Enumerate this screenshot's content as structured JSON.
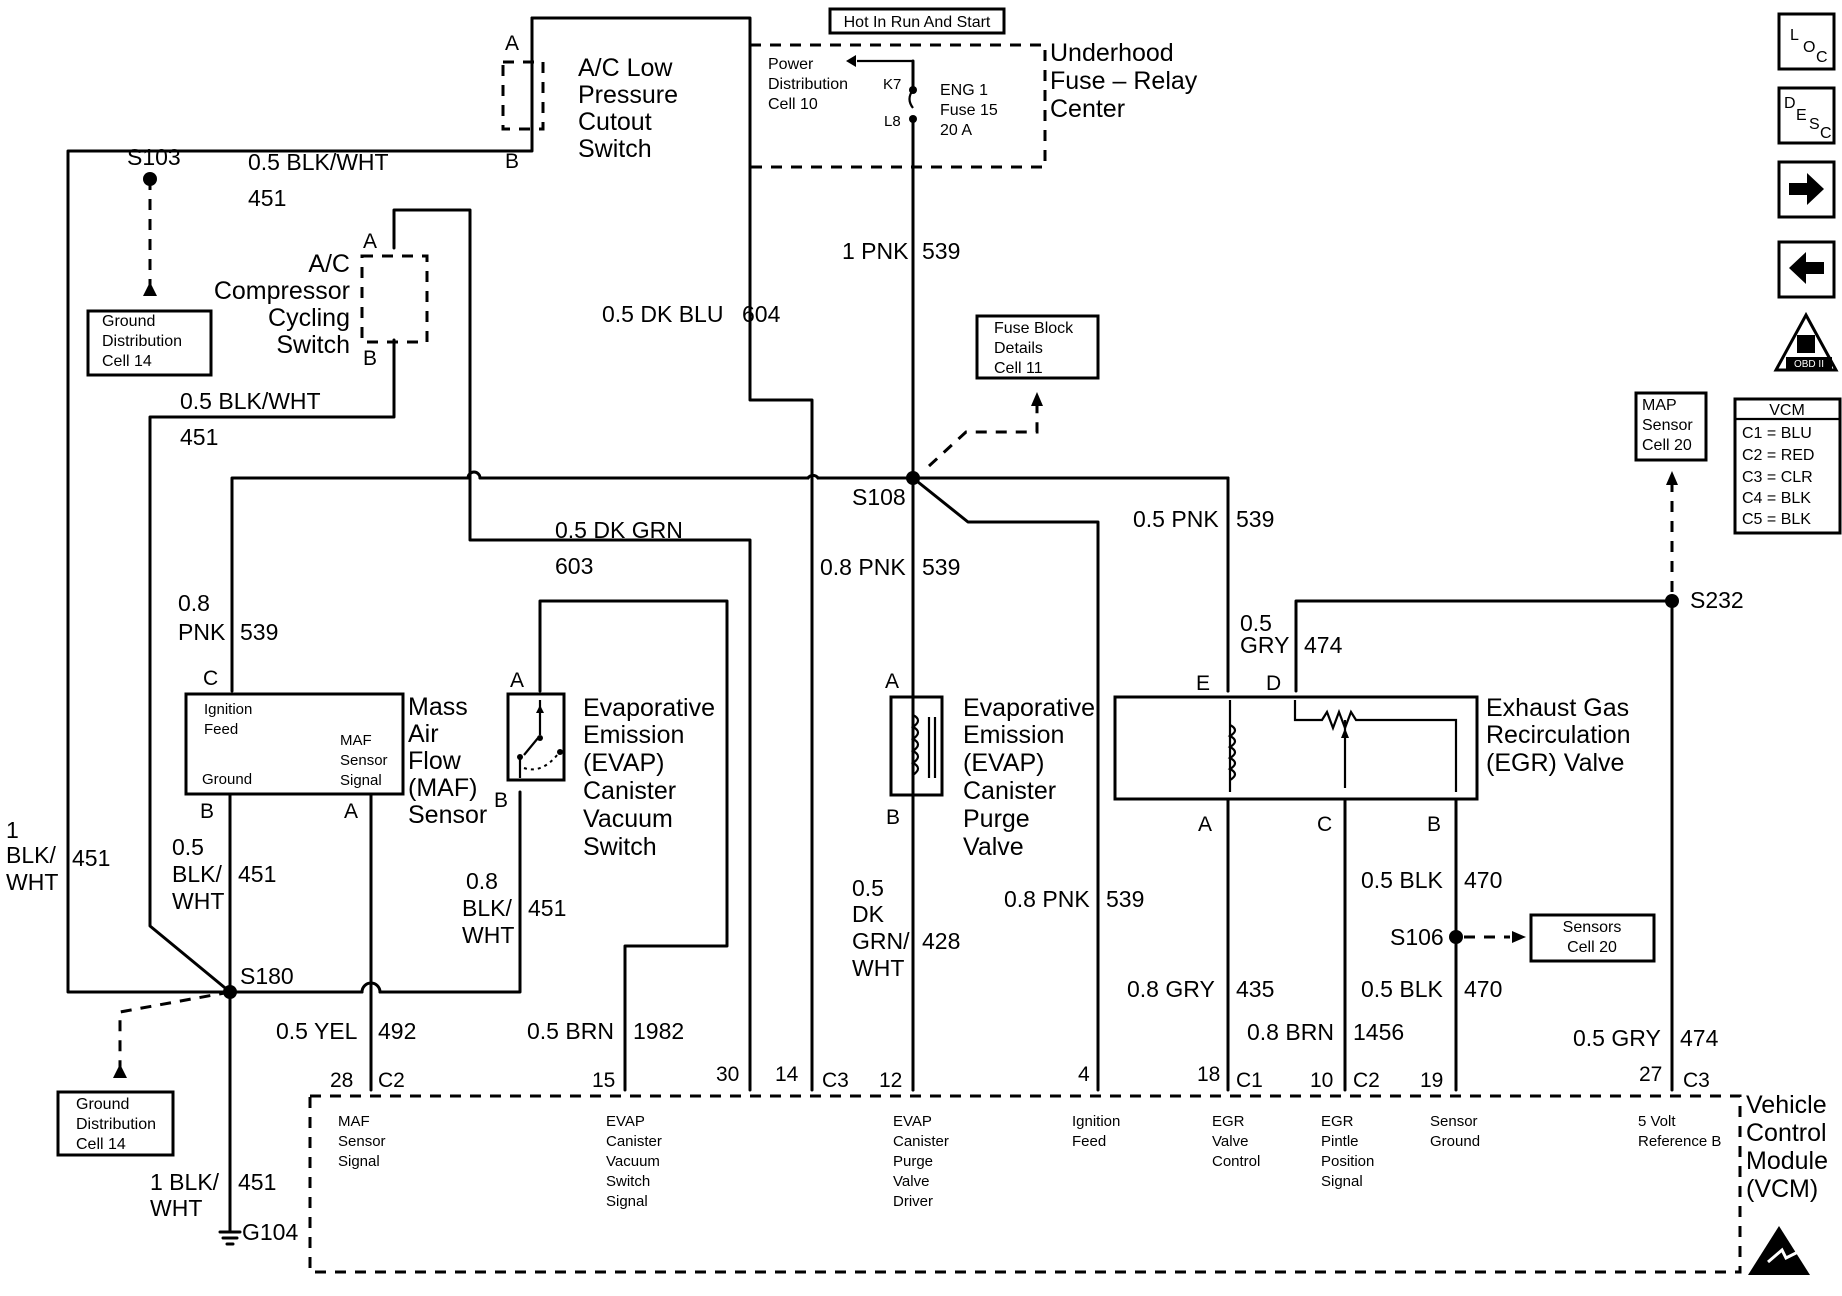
{
  "boxes": {
    "hot_in_run": "Hot In Run And Start",
    "fuse_block_details": [
      "Fuse Block",
      "Details",
      "Cell 11"
    ],
    "map_sensor": [
      "MAP",
      "Sensor",
      "Cell 20"
    ],
    "ground_dist_top": [
      "Ground",
      "Distribution",
      "Cell 14"
    ],
    "ground_dist_bottom": [
      "Ground",
      "Distribution",
      "Cell 14"
    ],
    "sensors_cell": [
      "Sensors",
      "Cell 20"
    ]
  },
  "underhood": {
    "name": [
      "Underhood",
      "Fuse – Relay",
      "Center"
    ],
    "power_dist": [
      "Power",
      "Distribution",
      "Cell 10"
    ],
    "fuse": [
      "ENG 1",
      "Fuse 15",
      "20 A"
    ],
    "k7": "K7",
    "l8": "L8"
  },
  "vcm_legend": {
    "title": "VCM",
    "rows": [
      "C1 = BLU",
      "C2 = RED",
      "C3 = CLR",
      "C4 = BLK",
      "C5 = BLK"
    ]
  },
  "nav": {
    "loc": [
      "L",
      "O",
      "C"
    ],
    "desc": [
      "D",
      "E",
      "S",
      "C"
    ],
    "obd": "OBD II"
  },
  "components": {
    "ac_low": [
      "A/C Low",
      "Pressure",
      "Cutout",
      "Switch"
    ],
    "ac_comp": [
      "A/C",
      "Compressor",
      "Cycling",
      "Switch"
    ],
    "maf": [
      "Mass",
      "Air",
      "Flow",
      "(MAF)",
      "Sensor"
    ],
    "maf_inner": {
      "ign": [
        "Ignition",
        "Feed"
      ],
      "ground": "Ground",
      "signal": [
        "MAF",
        "Sensor",
        "Signal"
      ]
    },
    "evap_switch": [
      "Evaporative",
      "Emission",
      "(EVAP)",
      "Canister",
      "Vacuum",
      "Switch"
    ],
    "evap_purge": [
      "Evaporative",
      "Emission",
      "(EVAP)",
      "Canister",
      "Purge",
      "Valve"
    ],
    "egr": [
      "Exhaust Gas",
      "Recirculation",
      "(EGR) Valve"
    ],
    "vcm": [
      "Vehicle",
      "Control",
      "Module",
      "(VCM)"
    ]
  },
  "splices": {
    "s103": "S103",
    "s108": "S108",
    "s180": "S180",
    "s232": "S232",
    "s106": "S106",
    "g104": "G104"
  },
  "pins": {
    "a": "A",
    "b": "B",
    "c": "C",
    "d": "D",
    "e": "E"
  },
  "wires": {
    "w451_top": [
      "0.5 BLK/WHT",
      "451"
    ],
    "w451_acc": [
      "0.5 BLK/WHT",
      "451"
    ],
    "w604": [
      "0.5 DK BLU",
      "604"
    ],
    "w539_top": [
      "1 PNK",
      "539"
    ],
    "w603": [
      "0.5 DK GRN",
      "603"
    ],
    "w539_maf": [
      "0.8",
      "PNK",
      "539"
    ],
    "w539_purge": [
      "0.8 PNK",
      "539"
    ],
    "w539_egr": [
      "0.5 PNK",
      "539"
    ],
    "w474_egr": [
      "0.5",
      "GRY",
      "474"
    ],
    "w451_left": [
      "1",
      "BLK/",
      "WHT",
      "451"
    ],
    "w451_maf": [
      "0.5",
      "BLK/",
      "WHT",
      "451"
    ],
    "w451_evap": [
      "0.8",
      "BLK/",
      "WHT",
      "451"
    ],
    "w428": [
      "0.5",
      "DK",
      "GRN/",
      "WHT",
      "428"
    ],
    "w539_ign": [
      "0.8 PNK",
      "539"
    ],
    "w470_top": [
      "0.5 BLK",
      "470"
    ],
    "w470_bot": [
      "0.5 BLK",
      "470"
    ],
    "w435": [
      "0.8 GRY",
      "435"
    ],
    "w1456": [
      "0.8 BRN",
      "1456"
    ],
    "w492": [
      "0.5 YEL",
      "492"
    ],
    "w1982": [
      "0.5 BRN",
      "1982"
    ],
    "w474_bot": [
      "0.5 GRY",
      "474"
    ],
    "w451_gnd": [
      "1 BLK/",
      "WHT",
      "451"
    ]
  },
  "vcm_pins": {
    "p28": "28",
    "c2a": "C2",
    "p15": "15",
    "p30": "30",
    "p14": "14",
    "c3a": "C3",
    "p12": "12",
    "p4": "4",
    "p18": "18",
    "c1": "C1",
    "p10": "10",
    "c2b": "C2",
    "p19": "19",
    "p27": "27",
    "c3b": "C3"
  },
  "vcm_funcs": {
    "maf_signal": [
      "MAF",
      "Sensor",
      "Signal"
    ],
    "evap_vac": [
      "EVAP",
      "Canister",
      "Vacuum",
      "Switch",
      "Signal"
    ],
    "evap_purge": [
      "EVAP",
      "Canister",
      "Purge",
      "Valve",
      "Driver"
    ],
    "ign_feed": [
      "Ignition",
      "Feed"
    ],
    "egr_ctrl": [
      "EGR",
      "Valve",
      "Control"
    ],
    "egr_pintle": [
      "EGR",
      "Pintle",
      "Position",
      "Signal"
    ],
    "sensor_gnd": [
      "Sensor",
      "Ground"
    ],
    "ref5v": [
      "5 Volt",
      "Reference B"
    ]
  }
}
